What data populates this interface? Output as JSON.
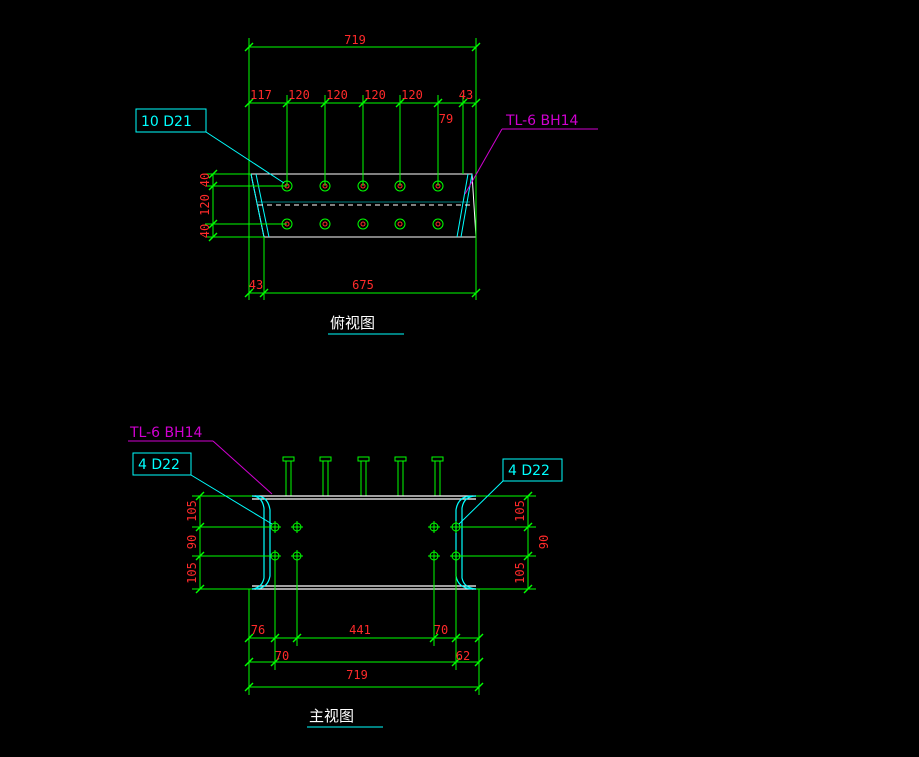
{
  "colors": {
    "background": "#000000",
    "dimension_line": "#00ff00",
    "dimension_text": "#ff2a2a",
    "member_outline": "#ffffff",
    "callout": "#00ffff",
    "section_label": "#d000d0",
    "title": "#ffffff"
  },
  "plan_view": {
    "title": "俯视图",
    "overall_dim": "719",
    "spacing_dims": [
      "117",
      "120",
      "120",
      "120",
      "120",
      "43"
    ],
    "edge_dim": "79",
    "bottom_left_dim": "43",
    "bottom_dim": "675",
    "left_dims": [
      "40",
      "120",
      "40"
    ],
    "hole_callout": "10  D21",
    "section_label": "TL-6   BH14"
  },
  "front_view": {
    "title": "主视图",
    "section_label": "TL-6   BH14",
    "left_callout": "4  D22",
    "right_callout": "4  D22",
    "left_dims": [
      "105",
      "90",
      "105"
    ],
    "right_dims": [
      "105",
      "90",
      "105"
    ],
    "bottom_dims_top": [
      "76",
      "441",
      "70"
    ],
    "bottom_dims_mid": [
      "70",
      "62"
    ],
    "overall_dim": "719"
  }
}
